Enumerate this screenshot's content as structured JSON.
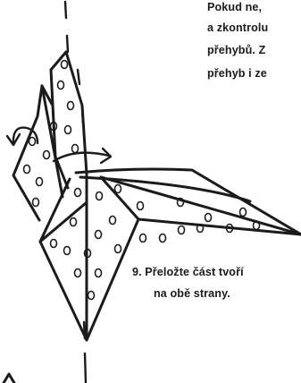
{
  "instructions_top": [
    "Pokud ne,",
    "a zkontrolu",
    "přehybů. Z",
    "přehyb i ze"
  ],
  "step": {
    "line1": "9. Přeložte část tvoří",
    "line2": "na obě strany."
  },
  "colors": {
    "ink": "#1b1b1b",
    "paper": "#ffffff"
  }
}
